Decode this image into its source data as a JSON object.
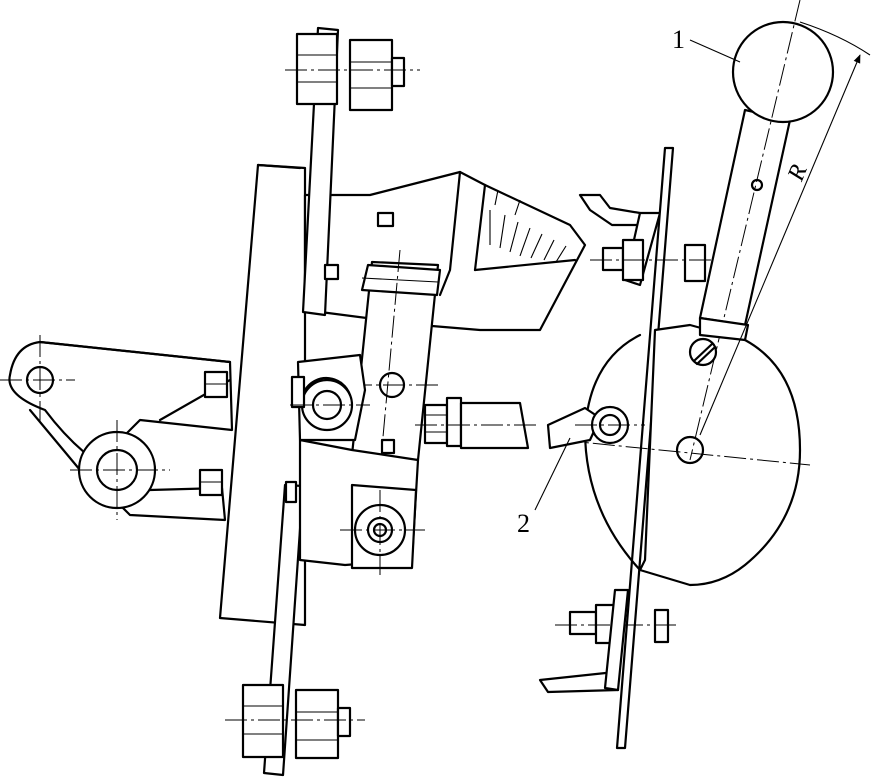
{
  "callouts": {
    "part1": "1",
    "part2": "2",
    "radius": "R"
  }
}
